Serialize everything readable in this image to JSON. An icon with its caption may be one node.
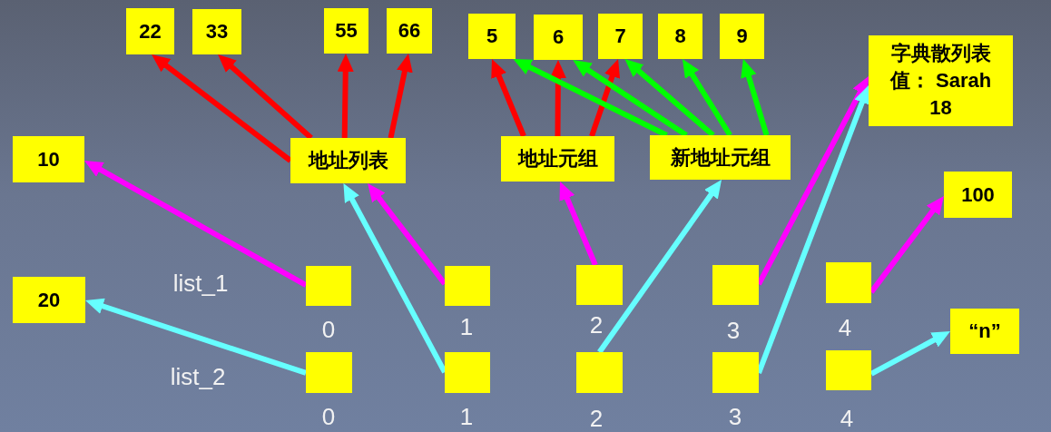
{
  "diagram": {
    "nodes": [
      {
        "text": [
          "22"
        ]
      },
      {
        "text": [
          "33"
        ]
      },
      {
        "text": [
          "55"
        ]
      },
      {
        "text": [
          "66"
        ]
      },
      {
        "text": [
          "5"
        ]
      },
      {
        "text": [
          "6"
        ]
      },
      {
        "text": [
          "7"
        ]
      },
      {
        "text": [
          "8"
        ]
      },
      {
        "text": [
          "9"
        ]
      },
      {
        "text": [
          "字典散列表",
          "值： Sarah 18"
        ]
      },
      {
        "text": [
          "10"
        ]
      },
      {
        "text": [
          "地址列表"
        ]
      },
      {
        "text": [
          "地址元组"
        ]
      },
      {
        "text": [
          "新地址元组"
        ]
      },
      {
        "text": [
          "100"
        ]
      },
      {
        "text": [
          "20"
        ]
      },
      {
        "text": [],
        "shape": "box",
        "beside": [
          "0"
        ]
      },
      {
        "text": [],
        "shape": "box",
        "beside": [
          "1"
        ]
      },
      {
        "text": [],
        "shape": "box",
        "beside": [
          "2"
        ]
      },
      {
        "text": [],
        "shape": "box",
        "beside": [
          "3"
        ]
      },
      {
        "text": [],
        "shape": "box",
        "beside": [
          "4"
        ]
      },
      {
        "text": [
          "“n”"
        ]
      },
      {
        "text": [],
        "shape": "box",
        "beside": [
          "0"
        ]
      },
      {
        "text": [],
        "shape": "box",
        "beside": [
          "1"
        ]
      },
      {
        "text": [],
        "shape": "box",
        "beside": [
          "2"
        ]
      },
      {
        "text": [],
        "shape": "box",
        "beside": [
          "3"
        ]
      },
      {
        "text": [],
        "shape": "box",
        "beside": [
          "4"
        ]
      }
    ],
    "edges": [
      {
        "from": 11,
        "to": 0,
        "arrow": "to"
      },
      {
        "from": 11,
        "to": 1,
        "arrow": "to"
      },
      {
        "from": 11,
        "to": 2,
        "arrow": "to"
      },
      {
        "from": 11,
        "to": 3,
        "arrow": "to"
      },
      {
        "from": 12,
        "to": 4,
        "arrow": "to"
      },
      {
        "from": 12,
        "to": 5,
        "arrow": "to"
      },
      {
        "from": 12,
        "to": 6,
        "arrow": "to"
      },
      {
        "from": 13,
        "to": 4,
        "arrow": "to",
        "color": "#00ff00"
      },
      {
        "from": 13,
        "to": 5,
        "arrow": "to",
        "color": "#00ff00"
      },
      {
        "from": 13,
        "to": 6,
        "arrow": "to",
        "color": "#00ff00"
      },
      {
        "from": 13,
        "to": 7,
        "arrow": "to",
        "color": "#00ff00"
      },
      {
        "from": 13,
        "to": 8,
        "arrow": "to",
        "color": "#00ff00"
      },
      {
        "from": 16,
        "to": 10,
        "arrow": "to",
        "color": "#ff00ff"
      },
      {
        "from": 17,
        "to": 11,
        "arrow": "to",
        "color": "#ff00ff"
      },
      {
        "from": 18,
        "to": 12,
        "arrow": "to",
        "color": "#ff00ff"
      },
      {
        "from": 19,
        "to": 9,
        "arrow": "to",
        "color": "#ff00ff"
      },
      {
        "from": 20,
        "to": 14,
        "arrow": "to",
        "color": "#ff00ff"
      },
      {
        "from": 22,
        "to": 15,
        "arrow": "to",
        "color": "#66ffff"
      },
      {
        "from": 23,
        "to": 11,
        "arrow": "to",
        "color": "#66ffff"
      },
      {
        "from": 24,
        "to": 13,
        "arrow": "to",
        "color": "#66ffff"
      },
      {
        "from": 25,
        "to": 9,
        "arrow": "to",
        "color": "#66ffff"
      },
      {
        "from": 26,
        "to": 21,
        "arrow": "to",
        "color": "#66ffff"
      }
    ],
    "labels": [
      "list_1",
      "list_2"
    ]
  }
}
